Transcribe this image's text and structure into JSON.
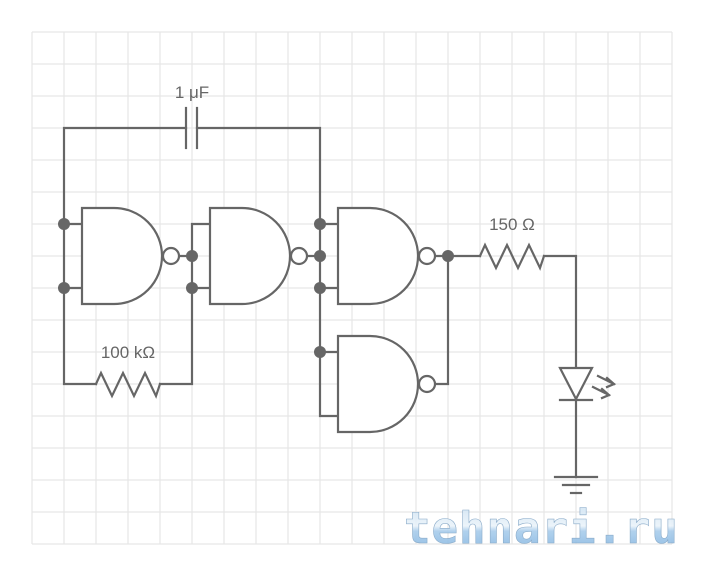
{
  "diagram": {
    "type": "logic-circuit-schematic",
    "description": "NAND-gate oscillator driving an LED",
    "components": {
      "capacitor": {
        "label": "1 μF",
        "kind": "capacitor"
      },
      "resistor_timing": {
        "label": "100 kΩ",
        "kind": "resistor"
      },
      "resistor_led": {
        "label": "150 Ω",
        "kind": "resistor"
      },
      "gates": [
        {
          "id": "nand-1",
          "kind": "NAND"
        },
        {
          "id": "nand-2",
          "kind": "NAND"
        },
        {
          "id": "nand-3",
          "kind": "NAND"
        },
        {
          "id": "nand-4",
          "kind": "NAND"
        }
      ],
      "led": {
        "kind": "LED"
      },
      "ground": {
        "kind": "ground"
      }
    },
    "colors": {
      "wire": "#666666",
      "grid": "#e7e7e7",
      "background": "#ffffff",
      "watermark": "#8fbbe0"
    }
  },
  "watermark": {
    "text": "tehnari.ru"
  }
}
